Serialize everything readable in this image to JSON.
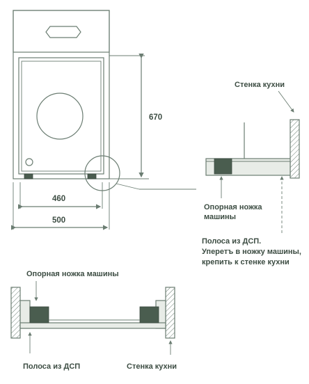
{
  "labels": {
    "dim_height": "670",
    "dim_inner_width": "460",
    "dim_outer_width": "500",
    "kitchen_wall_top": "Стенка кухни",
    "foot_line1": "Опорная ножка",
    "foot_line2": "машины",
    "strip_line1": "Полоса из ДСП.",
    "strip_line2": "Уперетъ в ножку машины,",
    "strip_line3": "крепить к стенке кухни",
    "bottom_foot": "Опорная ножка машины",
    "bottom_strip": "Полоса из ДСП",
    "bottom_wall": "Стенка кухни"
  },
  "colors": {
    "line": "#6b7d72",
    "text": "#3d4d43",
    "foot": "#4a5d4f",
    "panel": "#e8ece7"
  }
}
